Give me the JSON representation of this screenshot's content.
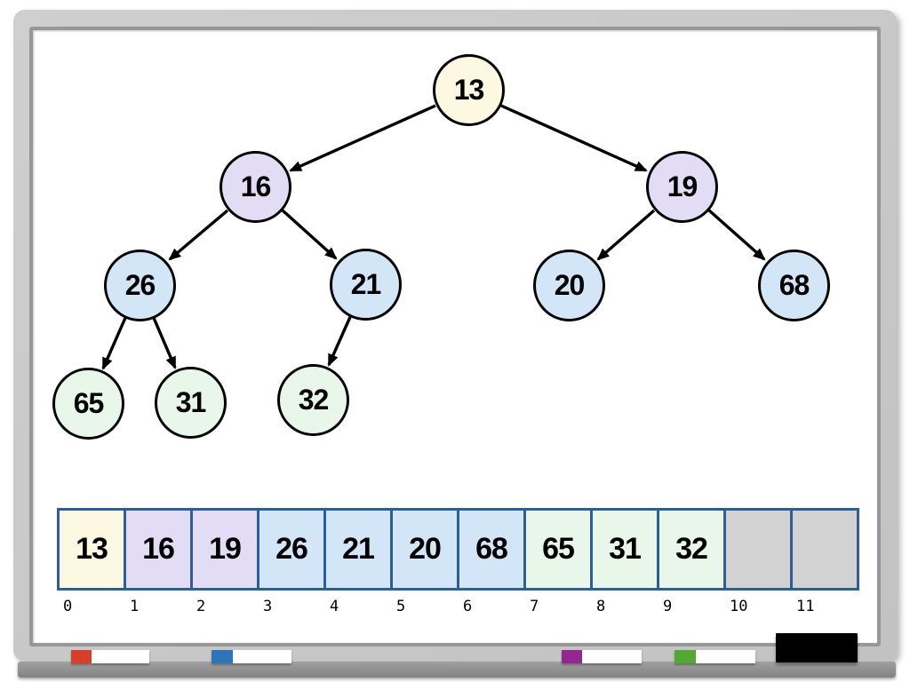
{
  "tree": {
    "nodes": [
      {
        "value": "13",
        "color": "cream"
      },
      {
        "value": "16",
        "color": "lavender"
      },
      {
        "value": "19",
        "color": "lavender"
      },
      {
        "value": "26",
        "color": "blue"
      },
      {
        "value": "21",
        "color": "blue"
      },
      {
        "value": "20",
        "color": "blue"
      },
      {
        "value": "68",
        "color": "blue"
      },
      {
        "value": "65",
        "color": "green"
      },
      {
        "value": "31",
        "color": "green"
      },
      {
        "value": "32",
        "color": "green"
      }
    ],
    "edges": [
      [
        "13",
        "16"
      ],
      [
        "13",
        "19"
      ],
      [
        "16",
        "26"
      ],
      [
        "16",
        "21"
      ],
      [
        "19",
        "20"
      ],
      [
        "19",
        "68"
      ],
      [
        "26",
        "65"
      ],
      [
        "26",
        "31"
      ],
      [
        "21",
        "32"
      ]
    ]
  },
  "array": {
    "cells": [
      {
        "value": "13",
        "color": "cream"
      },
      {
        "value": "16",
        "color": "lavender"
      },
      {
        "value": "19",
        "color": "lavender"
      },
      {
        "value": "26",
        "color": "blue"
      },
      {
        "value": "21",
        "color": "blue"
      },
      {
        "value": "20",
        "color": "blue"
      },
      {
        "value": "68",
        "color": "blue"
      },
      {
        "value": "65",
        "color": "green"
      },
      {
        "value": "31",
        "color": "green"
      },
      {
        "value": "32",
        "color": "green"
      },
      {
        "value": "",
        "color": "empty"
      },
      {
        "value": "",
        "color": "empty"
      }
    ],
    "indices": [
      "0",
      "1",
      "2",
      "3",
      "4",
      "5",
      "6",
      "7",
      "8",
      "9",
      "10",
      "11"
    ]
  },
  "colors": {
    "cream": "#FCF8E2",
    "lavender": "#E3DCF5",
    "blue": "#D3E6F8",
    "green": "#E9F7EB",
    "empty": "#D2D2D2",
    "cell_border": "#2E5F94",
    "stroke": "#000000"
  },
  "tray": {
    "markers": [
      {
        "name": "red",
        "cap_color": "#D6402A"
      },
      {
        "name": "blue",
        "cap_color": "#2E74B8"
      },
      {
        "name": "purple",
        "cap_color": "#93278F"
      },
      {
        "name": "green",
        "cap_color": "#54A832"
      }
    ],
    "eraser_color": "#000000"
  }
}
